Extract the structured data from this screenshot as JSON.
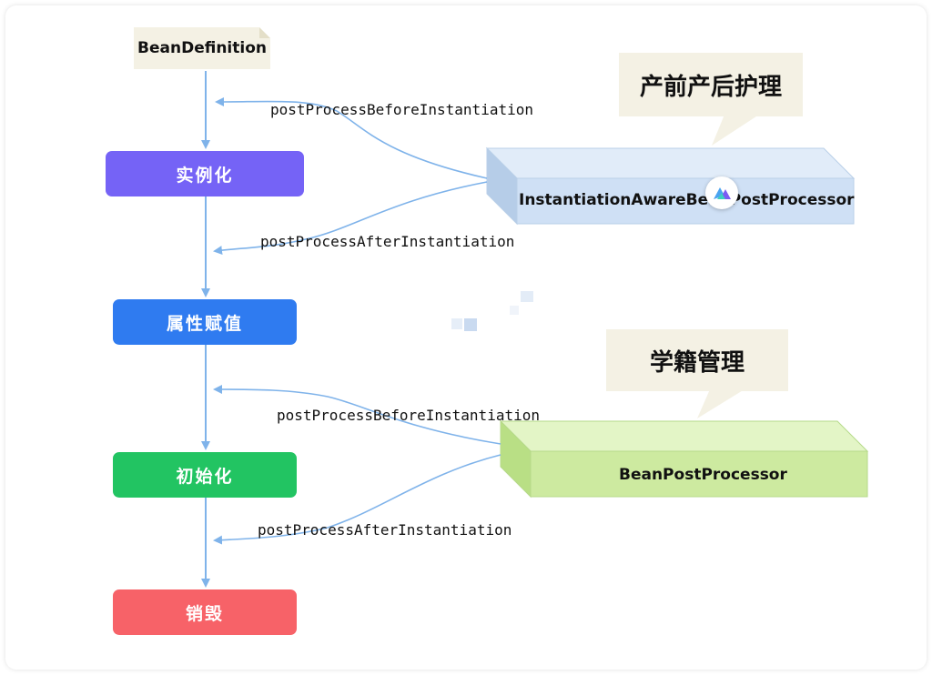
{
  "bean_definition": "BeanDefinition",
  "stages": {
    "instantiate": "实例化",
    "populate": "属性赋值",
    "initialize": "初始化",
    "destroy": "销毁"
  },
  "edges": {
    "before_instantiation_1": "postProcessBeforeInstantiation",
    "after_instantiation_1": "postProcessAfterInstantiation",
    "before_instantiation_2": "postProcessBeforeInstantiation",
    "after_instantiation_2": "postProcessAfterInstantiation"
  },
  "processors": {
    "instantiation_aware": "InstantiationAwareBeanPostProcessor",
    "bean_post": "BeanPostProcessor"
  },
  "callouts": {
    "instantiation_aware": "产前产后护理",
    "bean_post": "学籍管理"
  },
  "colors": {
    "instantiate": "#7563f6",
    "populate": "#2f7bf0",
    "initialize": "#22c462",
    "destroy": "#f76268",
    "arrow": "#7fb3ea",
    "instantiation_aware_box": "#cfe0f5",
    "bean_post_box": "#cdeaa0"
  },
  "icons": {
    "logo": "triangle-logo-icon"
  }
}
